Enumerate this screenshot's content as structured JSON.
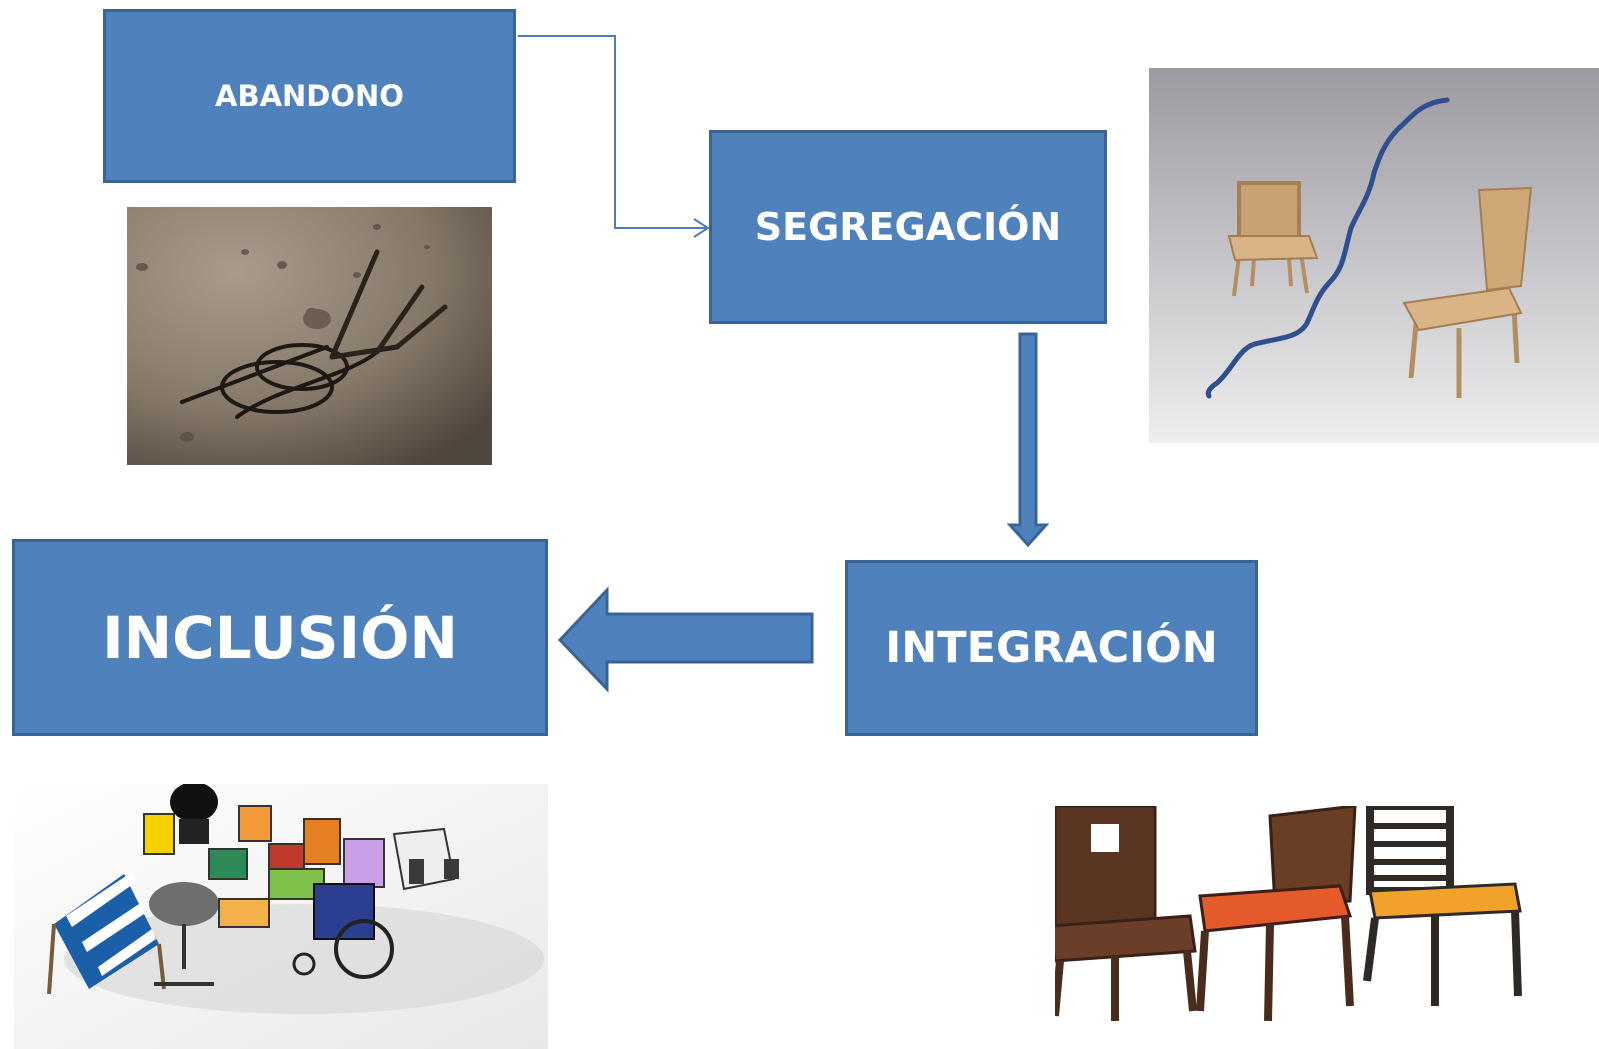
{
  "diagram": {
    "boxes": {
      "abandono": "ABANDONO",
      "segregacion": "SEGREGACIÓN",
      "integracion": "INTEGRACIÓN",
      "inclusion": "INCLUSIÓN"
    },
    "colors": {
      "box_fill": "#4f81bd",
      "box_border": "#3a6495",
      "arrow_fill": "#4f81bd",
      "connector": "#4a7ebb"
    },
    "images": {
      "abandono": "abandoned-chair-on-sand",
      "segregacion": "two-chairs-separated-by-line",
      "integracion": "three-wooden-chairs",
      "inclusion": "diverse-chairs-and-wheelchair"
    }
  }
}
